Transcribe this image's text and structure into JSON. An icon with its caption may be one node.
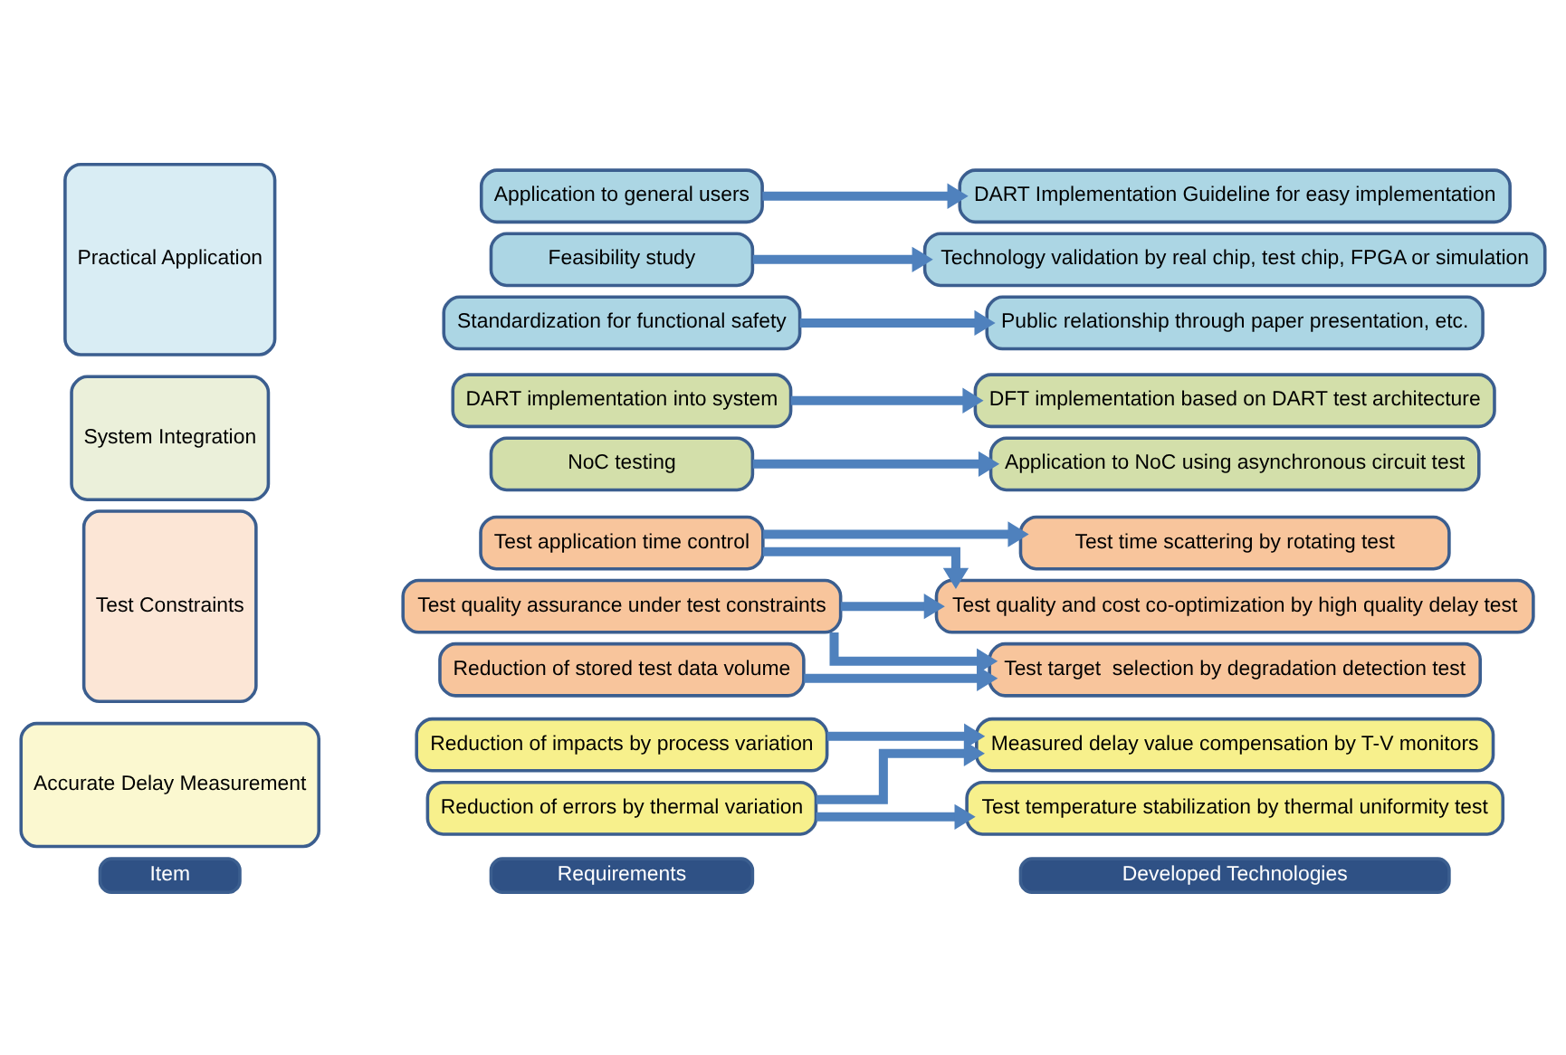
{
  "diagram": {
    "nodes": [
      {
        "text": [
          "Item"
        ]
      },
      {
        "text": [
          "Requirements"
        ]
      },
      {
        "text": [
          "Developed Technologies"
        ]
      },
      {
        "text": [
          "Accurate Delay Measurement"
        ]
      },
      {
        "text": [
          "Reduction of impacts by process variation"
        ]
      },
      {
        "text": [
          "Reduction of errors by thermal variation"
        ]
      },
      {
        "text": [
          "Measured delay value compensation by T-V monitors"
        ]
      },
      {
        "text": [
          "Test temperature stabilization by thermal uniformity test"
        ]
      },
      {
        "text": [
          "Test Constraints"
        ]
      },
      {
        "text": [
          "Test application time control"
        ]
      },
      {
        "text": [
          "Test quality assurance under test constraints"
        ]
      },
      {
        "text": [
          "Reduction of stored test data volume"
        ]
      },
      {
        "text": [
          "Test time scattering by rotating test"
        ]
      },
      {
        "text": [
          "Test quality and cost co-optimization by high quality delay test"
        ]
      },
      {
        "text": [
          "Test target  selection by degradation detection test"
        ]
      },
      {
        "text": [
          "System Integration"
        ]
      },
      {
        "text": [
          "DART implementation into system"
        ]
      },
      {
        "text": [
          "NoC testing"
        ]
      },
      {
        "text": [
          "DFT implementation based on DART test architecture"
        ]
      },
      {
        "text": [
          "Application to NoC using asynchronous circuit test"
        ]
      },
      {
        "text": [
          "Practical Application"
        ]
      },
      {
        "text": [
          "Application to general users"
        ]
      },
      {
        "text": [
          "Feasibility study"
        ]
      },
      {
        "text": [
          "Standardization for functional safety"
        ]
      },
      {
        "text": [
          "DART Implementation Guideline for easy implementation"
        ]
      },
      {
        "text": [
          "Technology validation by real chip, test chip, FPGA or simulation"
        ]
      },
      {
        "text": [
          "Public relationship through paper presentation, etc."
        ]
      }
    ],
    "edges": [
      {
        "from": 4,
        "to": 6,
        "arrow": "to"
      },
      {
        "from": 5,
        "to": 6,
        "arrow": "to"
      },
      {
        "from": 5,
        "to": 7,
        "arrow": "to"
      },
      {
        "from": 9,
        "to": 12,
        "arrow": "to"
      },
      {
        "from": 9,
        "to": 13,
        "arrow": "to"
      },
      {
        "from": 10,
        "to": 13,
        "arrow": "to"
      },
      {
        "from": 10,
        "to": 14,
        "arrow": "to"
      },
      {
        "from": 11,
        "to": 14,
        "arrow": "to"
      },
      {
        "from": 16,
        "to": 18,
        "arrow": "to"
      },
      {
        "from": 17,
        "to": 19,
        "arrow": "to"
      },
      {
        "from": 21,
        "to": 24,
        "arrow": "to"
      },
      {
        "from": 22,
        "to": 25,
        "arrow": "to"
      },
      {
        "from": 23,
        "to": 26,
        "arrow": "to"
      }
    ]
  }
}
